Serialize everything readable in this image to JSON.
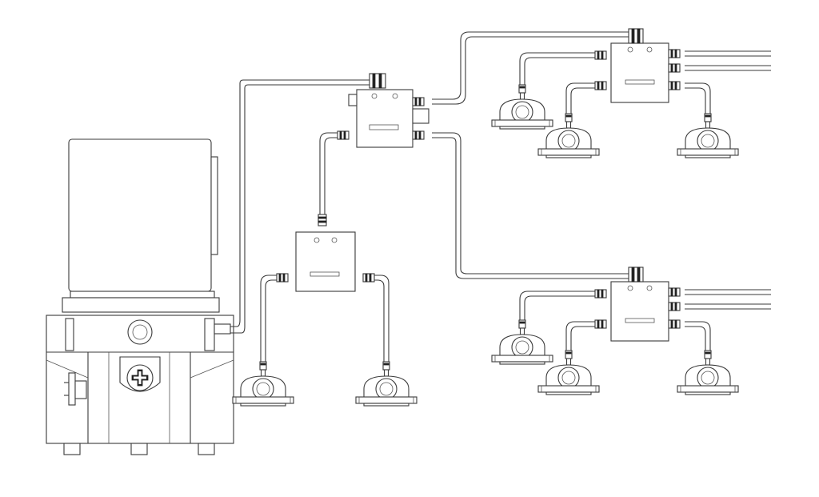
{
  "diagram": {
    "type": "lubrication-system-schematic",
    "components": {
      "pump_unit": "grease-pump-reservoir",
      "primary_divider": "primary-divider-valve",
      "secondary_dividers": [
        "secondary-divider-left",
        "secondary-divider-top-right",
        "secondary-divider-bottom-right"
      ],
      "bearing_count": 8,
      "divider_outlets_secondary": 6
    },
    "colors": {
      "line": "#3a3a3a",
      "background": "#ffffff",
      "fitting": "#222222"
    },
    "icons": [
      "pillow-block-bearing-icon",
      "divider-block-icon",
      "pump-icon",
      "fitting-icon"
    ]
  }
}
